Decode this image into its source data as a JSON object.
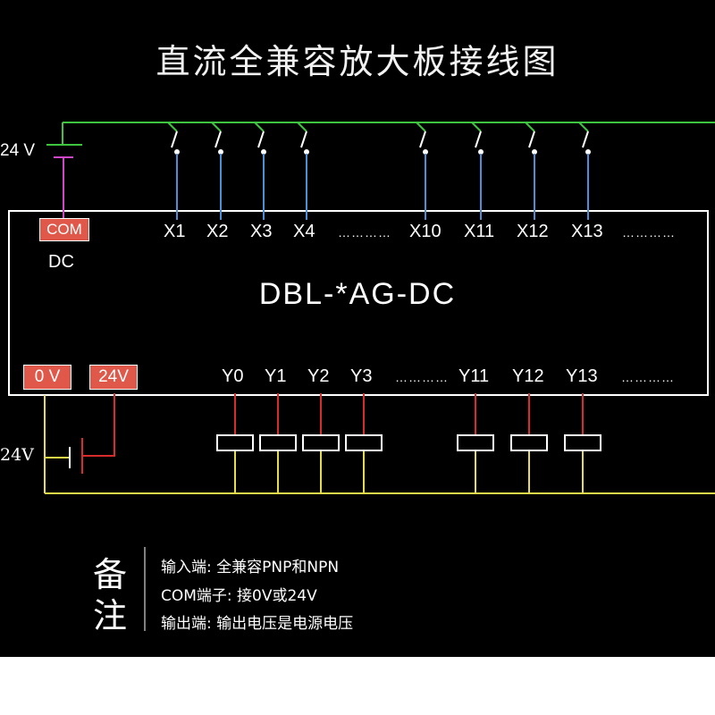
{
  "title": "直流全兼容放大板接线图",
  "model": "DBL-*AG-DC",
  "inputs": [
    "X1",
    "X2",
    "X3",
    "X4",
    "X10",
    "X11",
    "X12",
    "X13"
  ],
  "outputs": [
    "Y0",
    "Y1",
    "Y2",
    "Y3",
    "Y11",
    "Y12",
    "Y13"
  ],
  "ellipsis": "…………",
  "com_label": "COM",
  "dc_label": "DC",
  "zero_v_label": "0 V",
  "v24_box_label": "24V",
  "supply_top_label": "24 V",
  "supply_bottom_label": "24V",
  "note_heading": [
    "备",
    "注"
  ],
  "notes": [
    "输入端: 全兼容PNP和NPN",
    "COM端子: 接0V或24V",
    "输出端: 输出电压是电源电压"
  ],
  "colors": {
    "input_bus": "#3ec43e",
    "input_wire": "#4a8fd9",
    "com_wire": "#d046c8",
    "output_bus": "#e6dc4a",
    "output_wire": "#d82b2b",
    "terminal_box": "#e0584a"
  }
}
